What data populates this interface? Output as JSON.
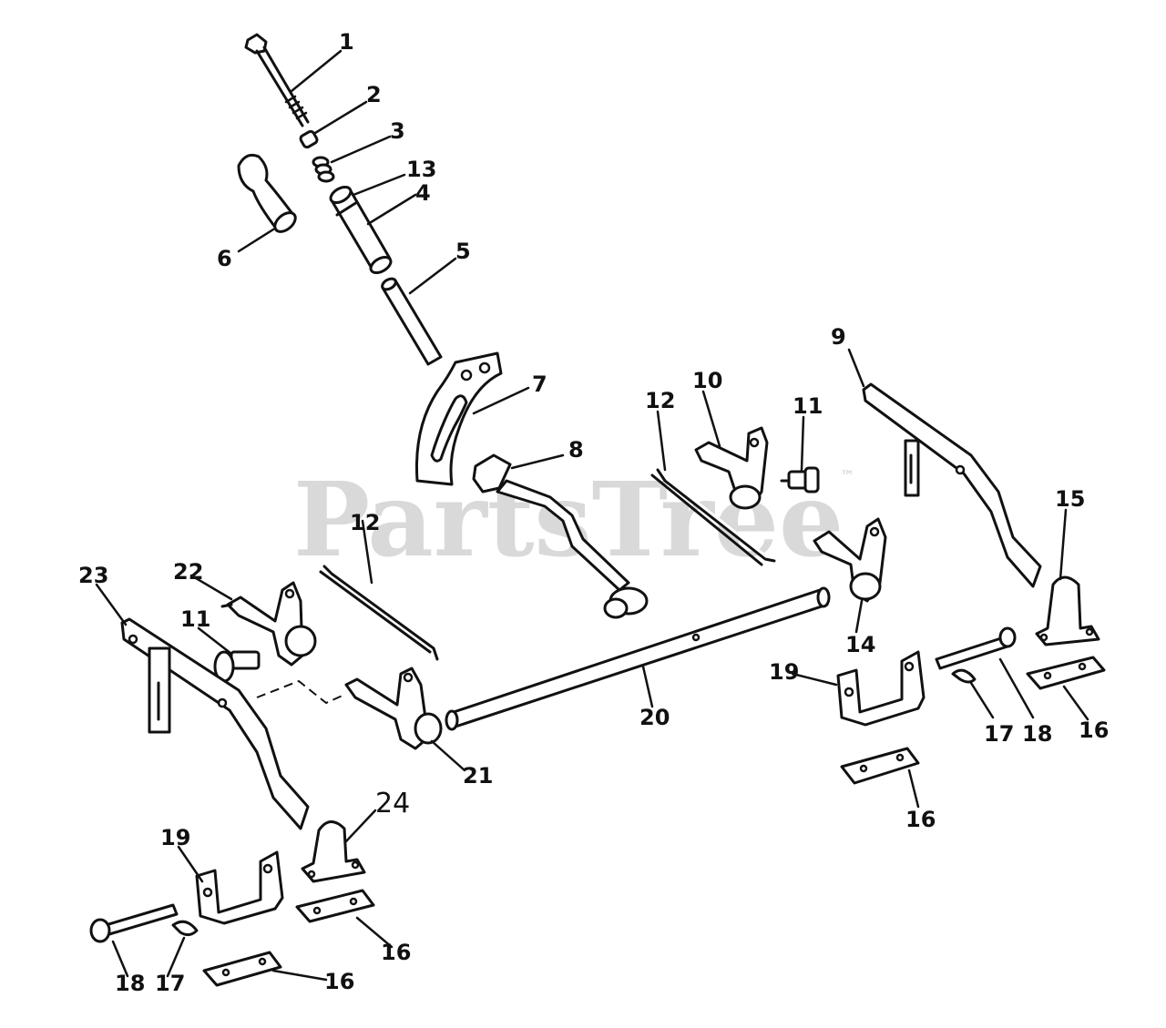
{
  "watermark": {
    "text": "PartsTree",
    "tm": "™"
  },
  "callouts": {
    "c1": "1",
    "c2": "2",
    "c3": "3",
    "c4": "4",
    "c5": "5",
    "c6": "6",
    "c7": "7",
    "c8": "8",
    "c9": "9",
    "c10": "10",
    "c11a": "11",
    "c11b": "11",
    "c12a": "12",
    "c12b": "12",
    "c13": "13",
    "c14": "14",
    "c15": "15",
    "c16a": "16",
    "c16b": "16",
    "c16c": "16",
    "c16d": "16",
    "c17a": "17",
    "c17b": "17",
    "c18a": "18",
    "c18b": "18",
    "c19a": "19",
    "c19b": "19",
    "c20": "20",
    "c21": "21",
    "c22": "22",
    "c23": "23",
    "c24": "24"
  },
  "colors": {
    "line": "#111111",
    "background": "#ffffff",
    "watermark": "#d9d9d9"
  }
}
